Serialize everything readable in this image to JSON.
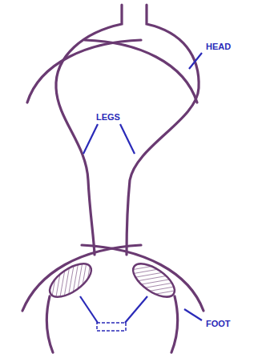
{
  "diagram": {
    "labels": [
      "HEAD",
      "LEGS",
      "FOOT"
    ]
  }
}
